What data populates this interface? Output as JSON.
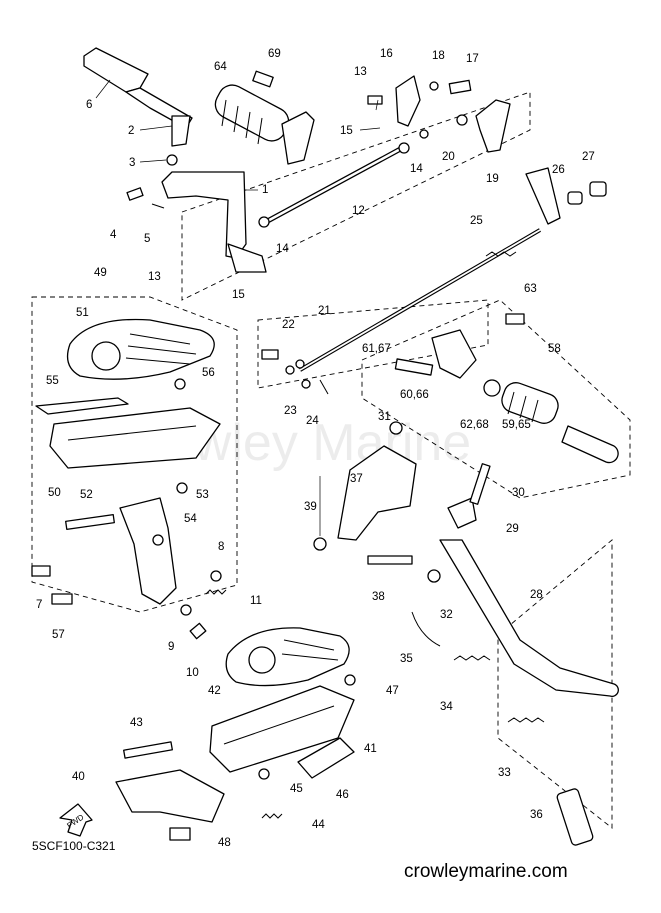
{
  "diagram": {
    "code": "5SCF100-C321",
    "fwd_label": "FWD",
    "watermark": "Crowley Marine",
    "footer": "crowleymarine.com",
    "callouts": [
      "1",
      "2",
      "3",
      "4",
      "5",
      "6",
      "7",
      "8",
      "9",
      "10",
      "11",
      "12",
      "13",
      "13",
      "14",
      "14",
      "15",
      "15",
      "16",
      "17",
      "18",
      "19",
      "20",
      "21",
      "22",
      "23",
      "24",
      "25",
      "26",
      "27",
      "28",
      "29",
      "30",
      "31",
      "32",
      "33",
      "34",
      "35",
      "36",
      "37",
      "38",
      "39",
      "40",
      "41",
      "42",
      "43",
      "44",
      "45",
      "46",
      "47",
      "48",
      "49",
      "50",
      "51",
      "52",
      "53",
      "54",
      "55",
      "56",
      "57",
      "58",
      "59,65",
      "60,66",
      "61,67",
      "62,68",
      "63",
      "64",
      "69"
    ]
  }
}
